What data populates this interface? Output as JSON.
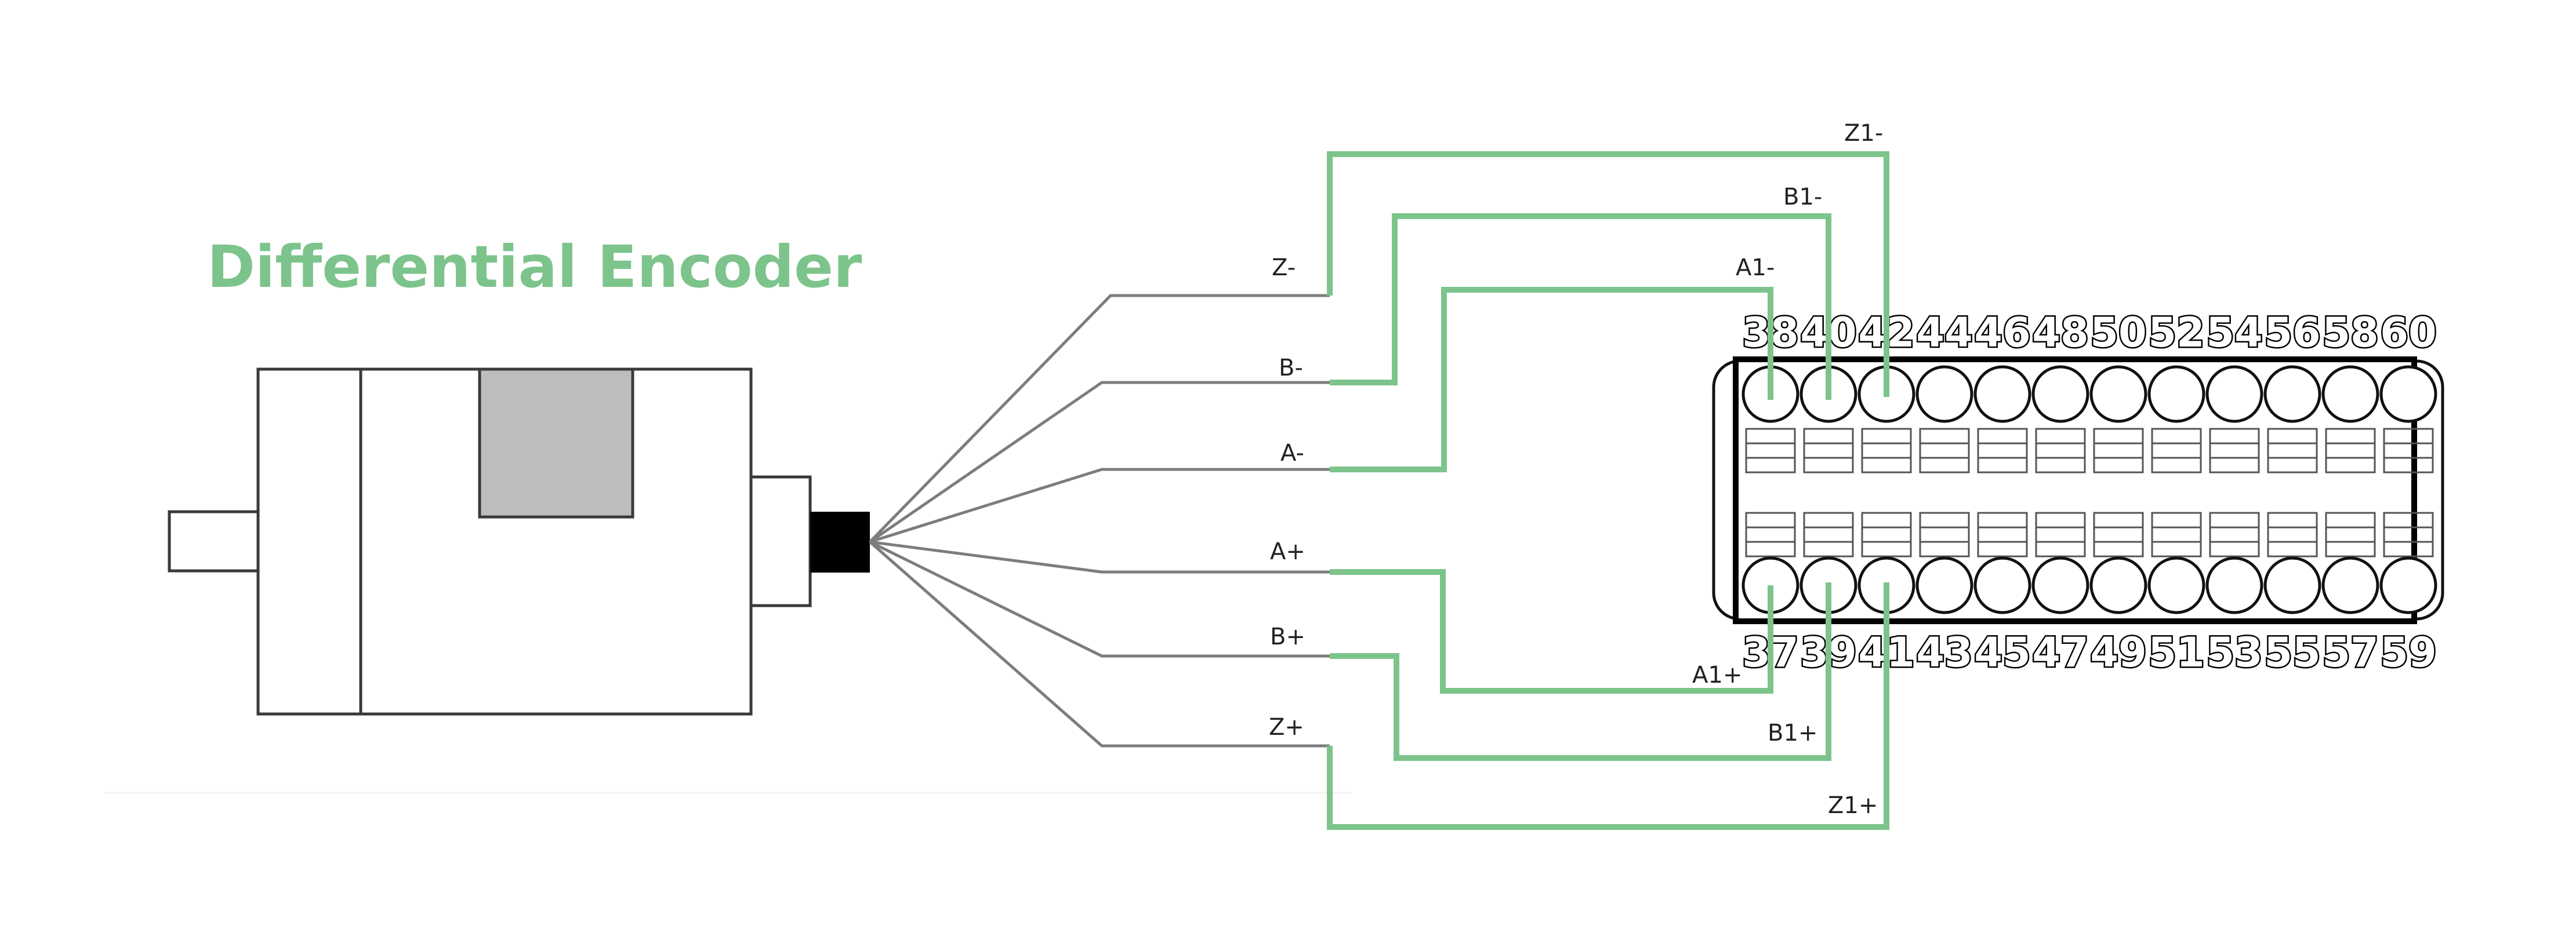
{
  "title": "Differential Encoder",
  "colors": {
    "wire_green": "#7cc48b",
    "wire_gray": "#7d7d7d",
    "motor_window": "#bdbdbd",
    "connector_plug": "#000000"
  },
  "encoder_wires": [
    {
      "id": "z-minus",
      "label": "Z-"
    },
    {
      "id": "b-minus",
      "label": "B-"
    },
    {
      "id": "a-minus",
      "label": "A-"
    },
    {
      "id": "a-plus",
      "label": "A+"
    },
    {
      "id": "b-plus",
      "label": "B+"
    },
    {
      "id": "z-plus",
      "label": "Z+"
    }
  ],
  "terminal_wires": [
    {
      "id": "z1-minus",
      "label": "Z1-"
    },
    {
      "id": "b1-minus",
      "label": "B1-"
    },
    {
      "id": "a1-minus",
      "label": "A1-"
    },
    {
      "id": "a1-plus",
      "label": "A1+"
    },
    {
      "id": "b1-plus",
      "label": "B1+"
    },
    {
      "id": "z1-plus",
      "label": "Z1+"
    }
  ],
  "terminal_block": {
    "top_pins": [
      "38",
      "40",
      "42",
      "44",
      "46",
      "48",
      "50",
      "52",
      "54",
      "56",
      "58",
      "60"
    ],
    "bottom_pins": [
      "37",
      "39",
      "41",
      "43",
      "45",
      "47",
      "49",
      "51",
      "53",
      "55",
      "57",
      "59"
    ]
  }
}
